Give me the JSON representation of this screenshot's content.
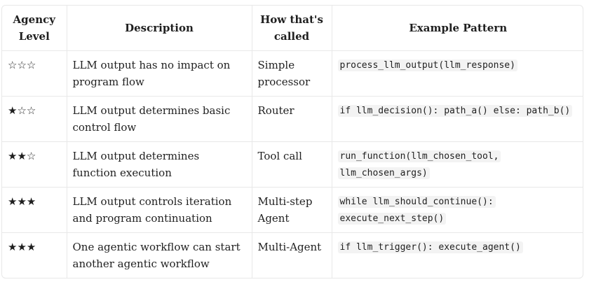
{
  "table": {
    "headers": {
      "level": "Agency Level",
      "description": "Description",
      "called": "How that's called",
      "pattern": "Example Pattern"
    },
    "rows": [
      {
        "level": "☆☆☆",
        "description": "LLM output has no impact on program flow",
        "called": "Simple processor",
        "pattern": "process_llm_output(llm_response)"
      },
      {
        "level": "★☆☆",
        "description": "LLM output determines basic control flow",
        "called": "Router",
        "pattern": "if llm_decision(): path_a() else: path_b()"
      },
      {
        "level": "★★☆",
        "description": "LLM output determines function execution",
        "called": "Tool call",
        "pattern": "run_function(llm_chosen_tool, llm_chosen_args)"
      },
      {
        "level": "★★★",
        "description": "LLM output controls iteration and program continuation",
        "called": "Multi-step Agent",
        "pattern": "while llm_should_continue(): execute_next_step()"
      },
      {
        "level": "★★★",
        "description": "One agentic workflow can start another agentic workflow",
        "called": "Multi-Agent",
        "pattern": "if llm_trigger(): execute_agent()"
      }
    ]
  },
  "colors": {
    "border": "#e8e8e8",
    "text": "#1f1f1f",
    "code_background": "#f3f3f3"
  }
}
